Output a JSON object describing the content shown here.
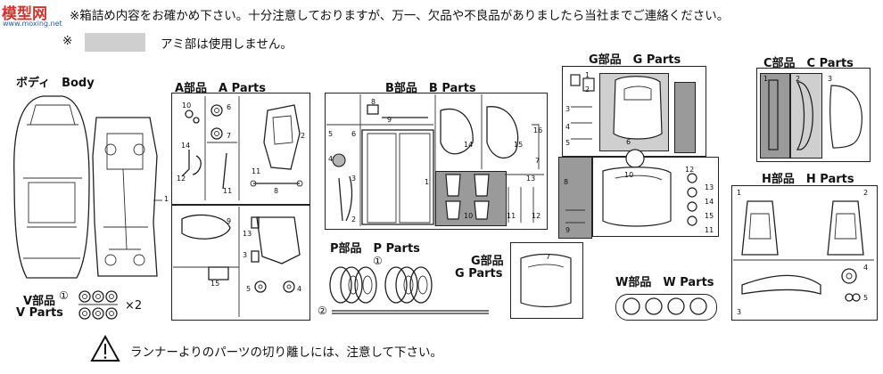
{
  "watermark": {
    "brand": "模型网",
    "url": "www.moxing.net"
  },
  "header": {
    "check_notice": "※箱詰め内容をお確かめ下さい。十分注意しておりますが、万一、欠品や不良品がありましたら当社までご連絡ください。",
    "mesh_notice": "アミ部は使用しません。",
    "mesh_mark": "※"
  },
  "labels": {
    "body": "ボディ　Body",
    "a": "A部品　A Parts",
    "b": "B部品　B Parts",
    "g_top": "G部品　G Parts",
    "c": "C部品　C Parts",
    "h": "H部品　H Parts",
    "p": "P部品　P Parts",
    "g_small_jp": "G部品",
    "g_small_en": "G Parts",
    "w": "W部品　W Parts",
    "v_jp": "V部品",
    "v_en": "V Parts",
    "v_count": "×2"
  },
  "part_numbers": {
    "body": [
      "1"
    ],
    "a": [
      "10",
      "6",
      "7",
      "2",
      "14",
      "12",
      "11",
      "11",
      "8",
      "9",
      "13",
      "3",
      "15",
      "5",
      "4"
    ],
    "b": [
      "8",
      "9",
      "5",
      "6",
      "4",
      "3",
      "2",
      "1",
      "14",
      "15",
      "16",
      "7",
      "10",
      "13",
      "11",
      "12"
    ],
    "g_top": [
      "1",
      "2",
      "3",
      "4",
      "5",
      "6",
      "8",
      "9",
      "10",
      "11",
      "12",
      "13",
      "14",
      "15"
    ],
    "c": [
      "1",
      "2",
      "3"
    ],
    "h": [
      "1",
      "2",
      "3",
      "4",
      "5"
    ],
    "p": [
      "①",
      "②"
    ],
    "g_small": [
      "7"
    ],
    "v": [
      "①"
    ]
  },
  "footer": {
    "caution": "ランナーよりのパーツの切り離しには、注意して下さい。"
  },
  "colors": {
    "line": "#222222",
    "mesh_gray": "#cfcfcf",
    "dark_gray": "#9a9a9a",
    "watermark_red": "#d4322c",
    "watermark_blue": "#2a5caa"
  }
}
